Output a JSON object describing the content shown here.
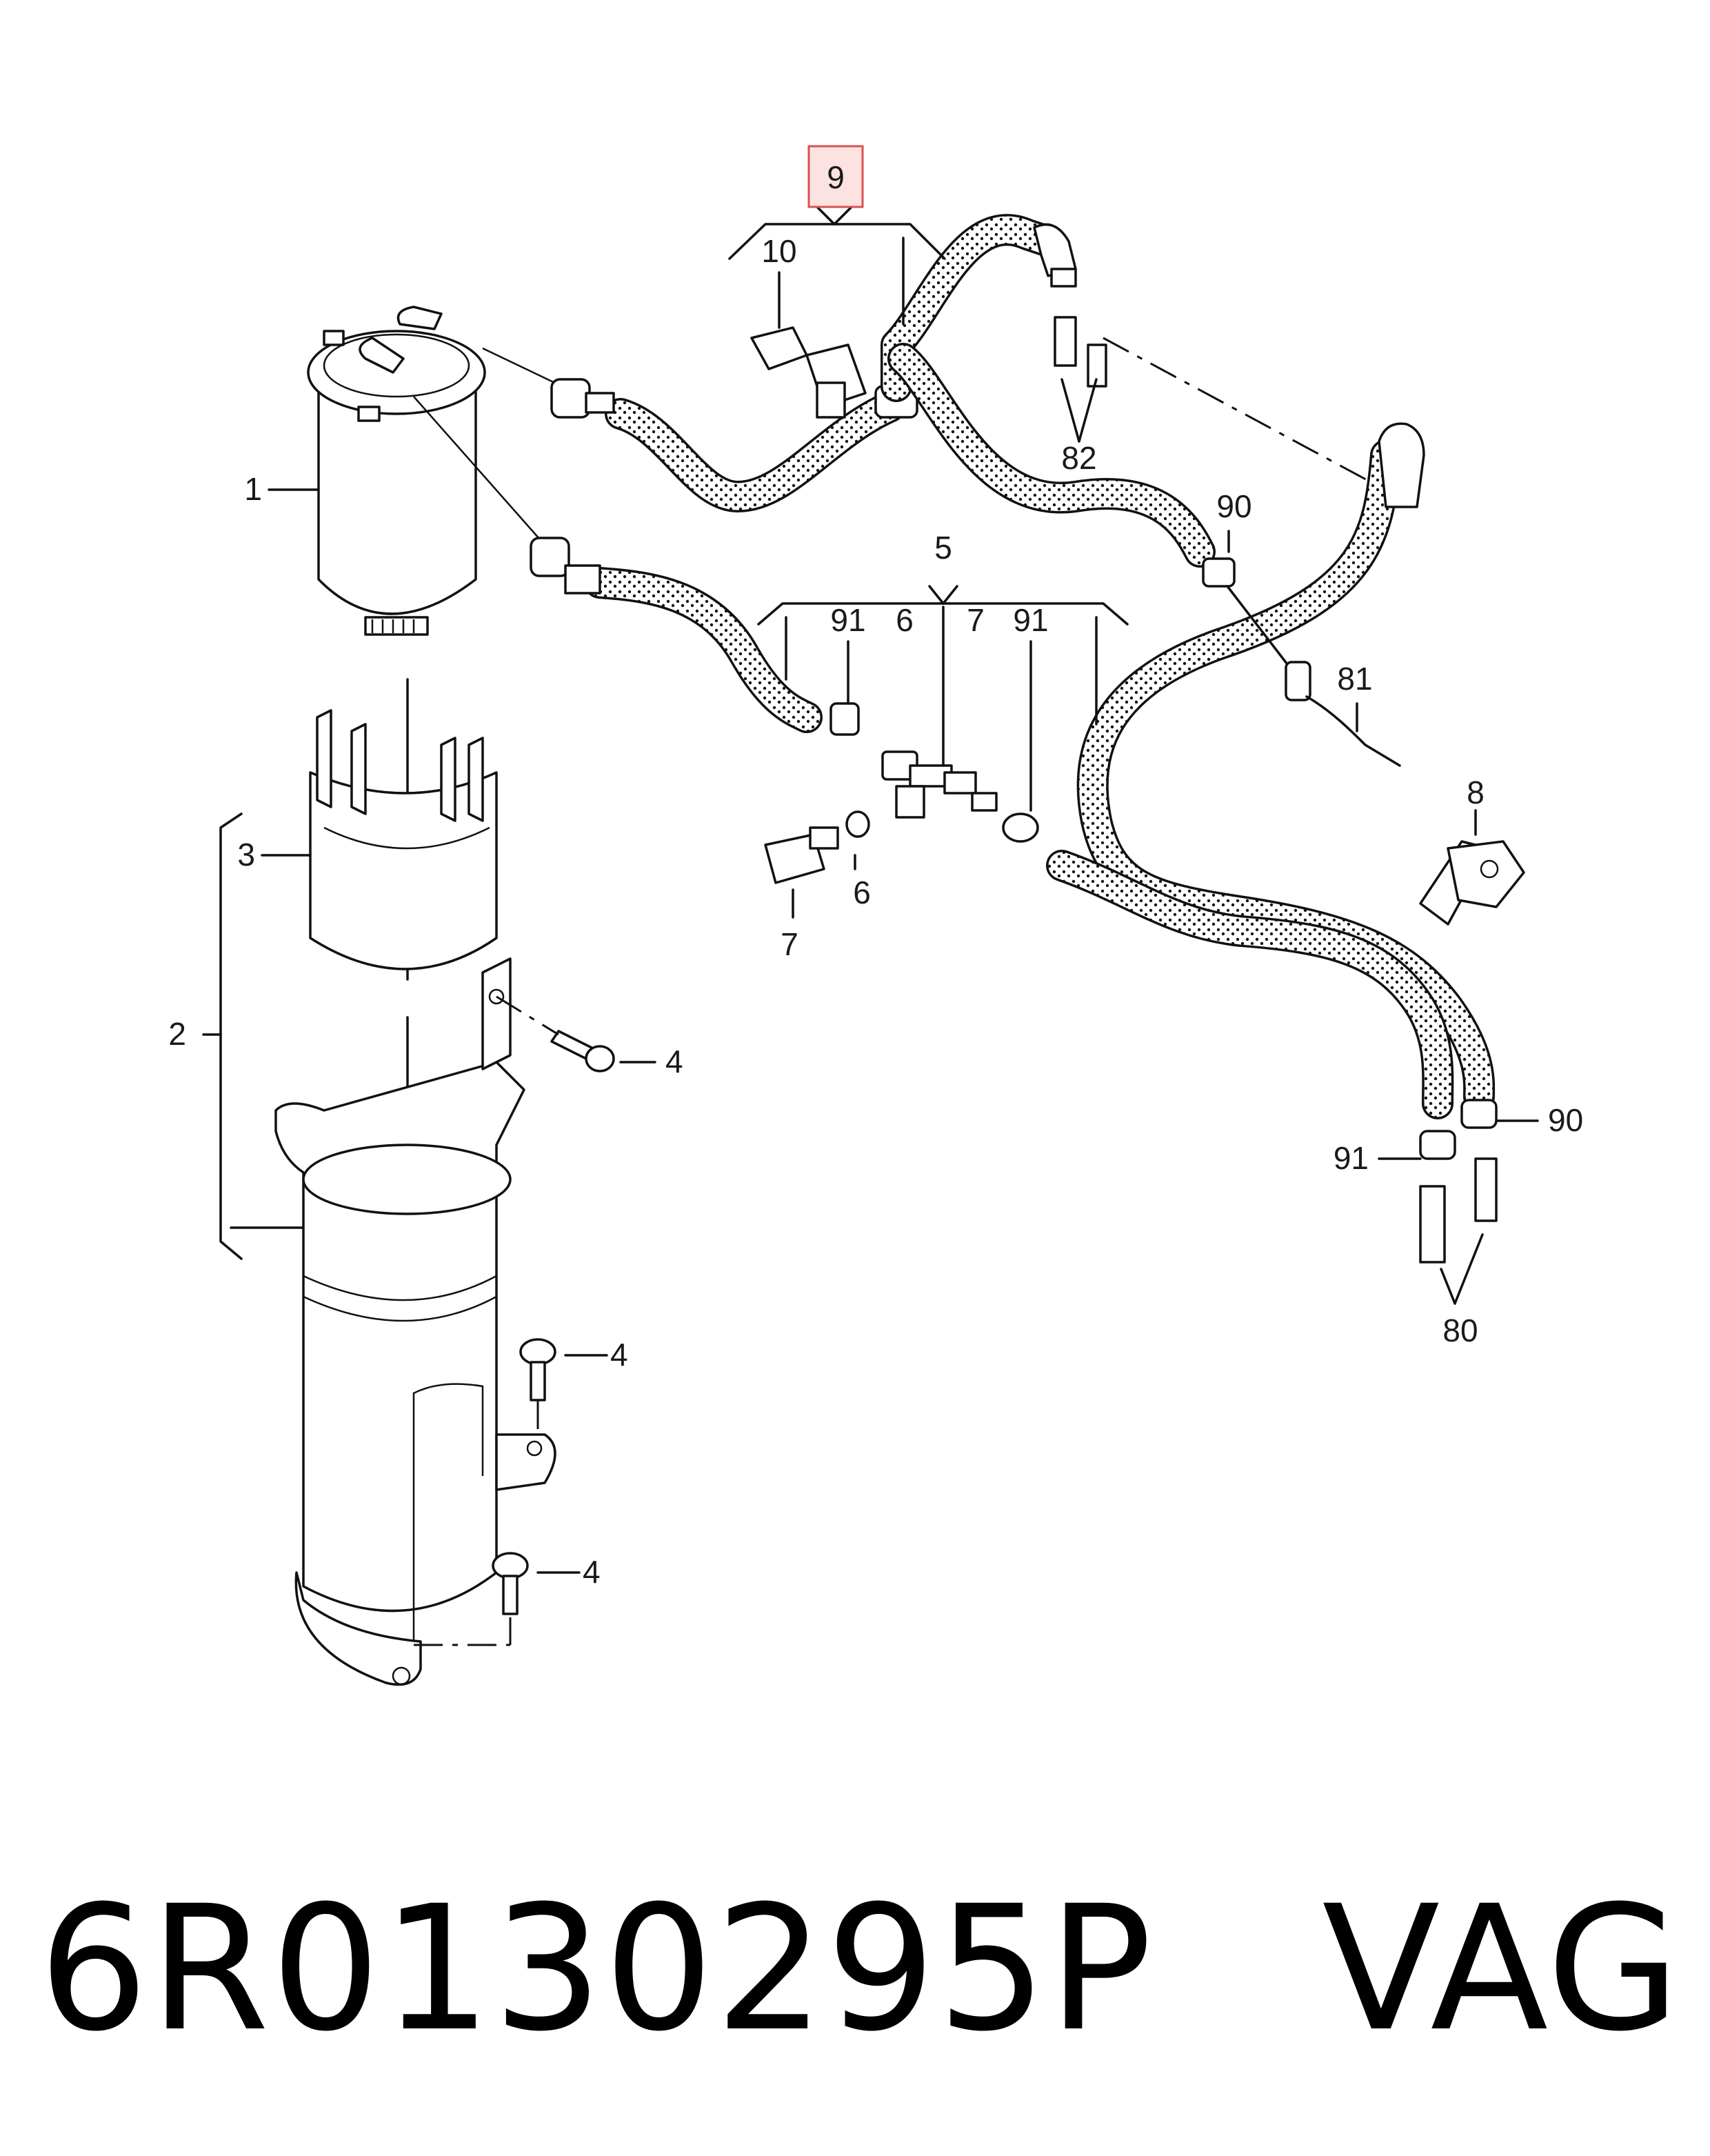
{
  "diagram": {
    "highlighted_callout": "9",
    "callouts": {
      "c1": "1",
      "c2": "2",
      "c3": "3",
      "c4a": "4",
      "c4b": "4",
      "c4c": "4",
      "c5": "5",
      "c6top": "6",
      "c6bottom": "6",
      "c7top": "7",
      "c7bottom": "7",
      "c8": "8",
      "c9": "9",
      "c10": "10",
      "c80": "80",
      "c81": "81",
      "c82": "82",
      "c90top": "90",
      "c90bottom": "90",
      "c91left": "91",
      "c91right": "91",
      "c91bottom": "91"
    },
    "colors": {
      "highlight_fill": "#fde2e2",
      "highlight_stroke": "#d9534f",
      "line": "#111111"
    }
  },
  "footer": {
    "part_number": "6R0130295P",
    "brand": "VAG"
  }
}
